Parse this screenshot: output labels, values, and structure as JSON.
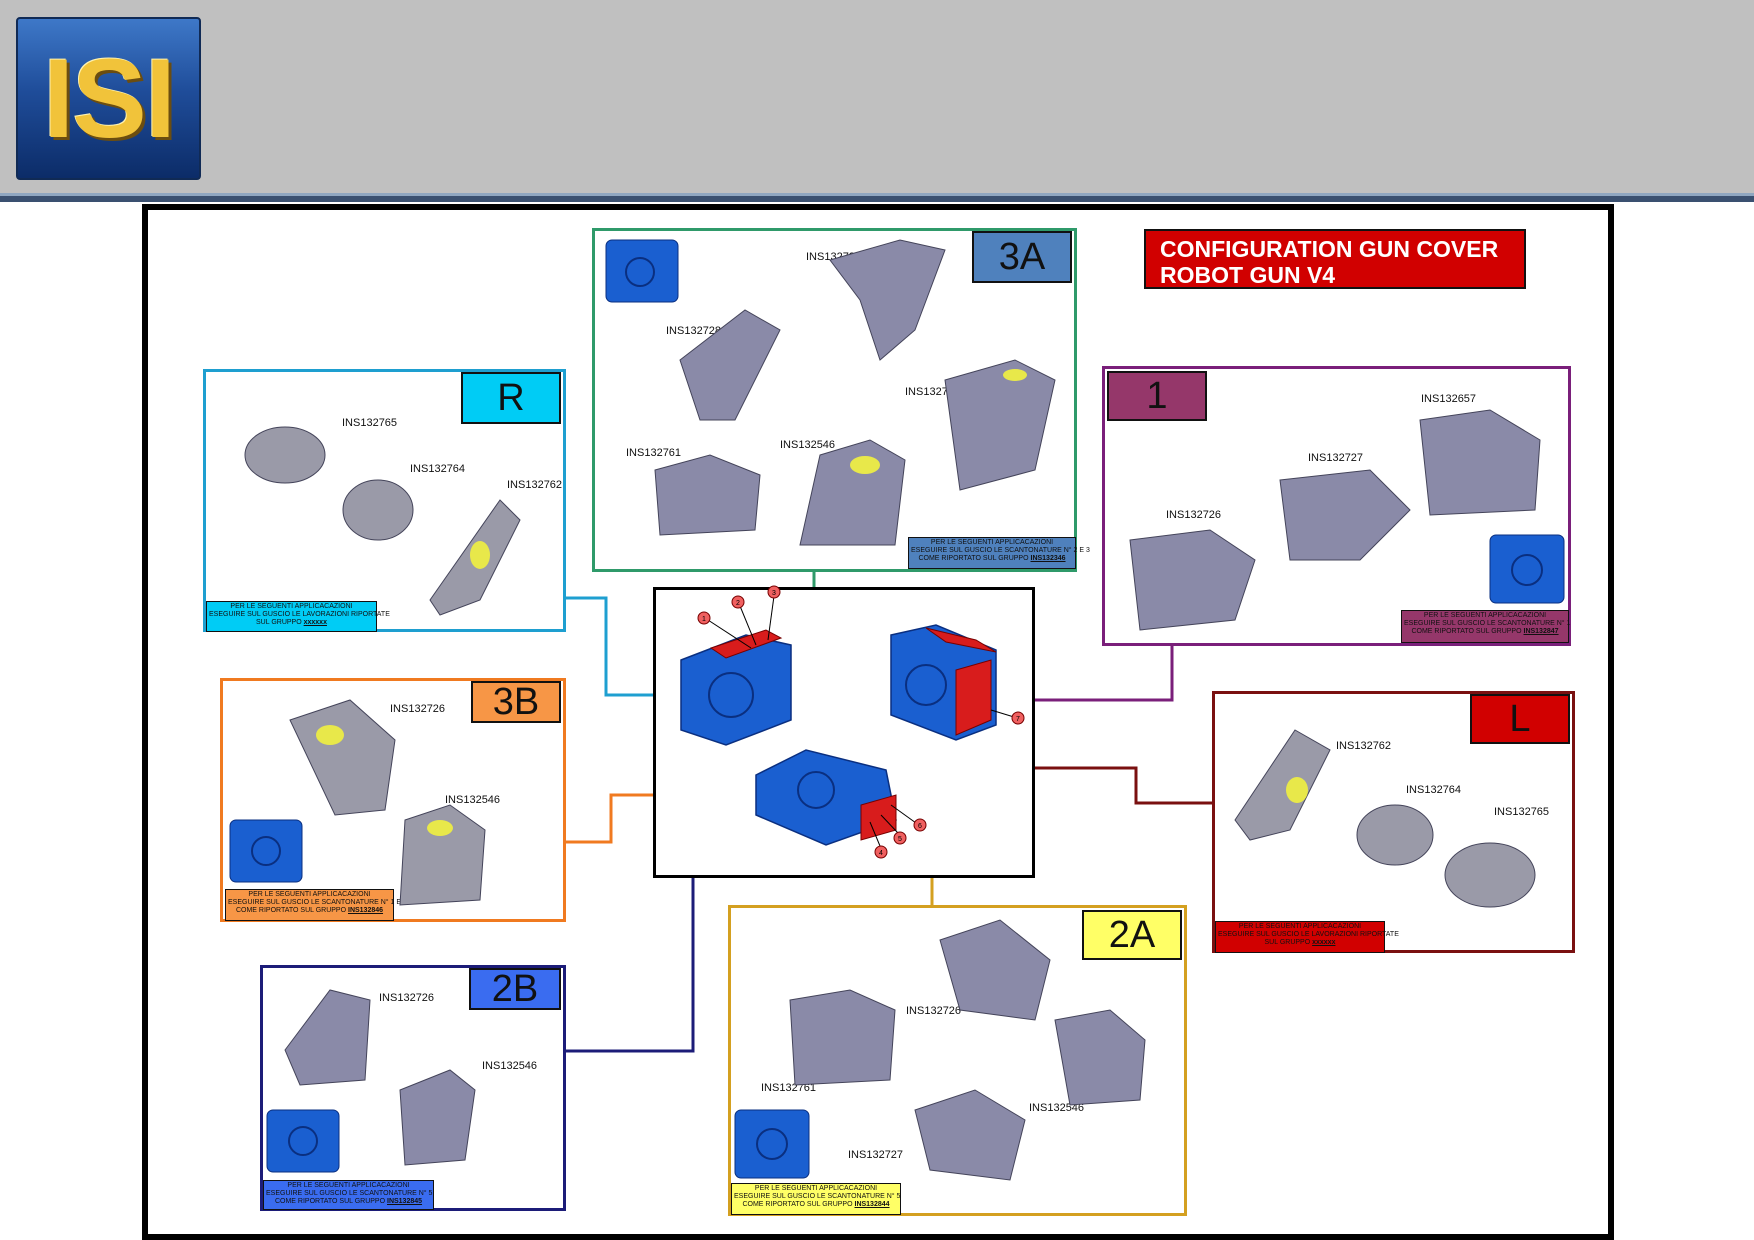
{
  "logo": {
    "text": "ISI"
  },
  "title": {
    "line1": "CONFIGURATION GUN COVER",
    "line2": "ROBOT GUN V4"
  },
  "colors": {
    "R": "#1e9fd0",
    "R_tag": "#00ccf5",
    "3A": "#2f9a6a",
    "3A_tag": "#4f81bd",
    "1": "#7a1f7a",
    "1_tag": "#95376a",
    "3B": "#f07a20",
    "3B_tag": "#f79646",
    "L": "#7a1010",
    "L_tag": "#d10000",
    "2B": "#1c1c78",
    "2B_tag": "#3a6cf0",
    "2A": "#d4a020",
    "2A_tag": "#ffff66"
  },
  "panels": {
    "R": {
      "tag": "R",
      "labels": [
        "INS132765",
        "INS132764",
        "INS132762"
      ],
      "note": [
        "PER LE SEGUENTI APPLICACAZIONI",
        "ESEGUIRE SUL GUSCIO LE LAVORAZIONI RIPORTATE",
        "SUL GRUPPO"
      ],
      "note_ref": "xxxxxx"
    },
    "3A": {
      "tag": "3A",
      "labels": [
        "INS132727",
        "INS132728",
        "INS132726",
        "INS132761",
        "INS132546"
      ],
      "note": [
        "PER LE SEGUENTI APPLICACAZIONI",
        "ESEGUIRE SUL GUSCIO LE SCANTONATURE N° 2 E 3",
        "COME RIPORTATO SUL GRUPPO"
      ],
      "note_ref": "INS132346"
    },
    "1": {
      "tag": "1",
      "labels": [
        "INS132657",
        "INS132727",
        "INS132726"
      ],
      "note": [
        "PER LE SEGUENTI APPLICACAZIONI",
        "ESEGUIRE SUL GUSCIO LE SCANTONATURE N° 1",
        "COME RIPORTATO SUL GRUPPO"
      ],
      "note_ref": "INS132847"
    },
    "3B": {
      "tag": "3B",
      "labels": [
        "INS132726",
        "INS132546"
      ],
      "note": [
        "PER LE SEGUENTI APPLICACAZIONI",
        "ESEGUIRE SUL GUSCIO LE SCANTONATURE N° 1 E 2",
        "COME RIPORTATO SUL GRUPPO"
      ],
      "note_ref": "INS132846"
    },
    "L": {
      "tag": "L",
      "labels": [
        "INS132762",
        "INS132764",
        "INS132765"
      ],
      "note": [
        "PER LE SEGUENTI APPLICACAZIONI",
        "ESEGUIRE SUL GUSCIO LE LAVORAZIONI RIPORTATE",
        "SUL GRUPPO"
      ],
      "note_ref": "xxxxxx"
    },
    "2B": {
      "tag": "2B",
      "labels": [
        "INS132726",
        "INS132546"
      ],
      "note": [
        "PER LE SEGUENTI APPLICACAZIONI",
        "ESEGUIRE SUL GUSCIO LE SCANTONATURE N° 5",
        "COME RIPORTATO SUL GRUPPO"
      ],
      "note_ref": "INS132845"
    },
    "2A": {
      "tag": "2A",
      "labels": [
        "INS132726",
        "INS132761",
        "INS132546",
        "INS132727"
      ],
      "note": [
        "PER LE SEGUENTI APPLICACAZIONI",
        "ESEGUIRE SUL GUSCIO LE SCANTONATURE N° 5",
        "COME RIPORTATO SUL GRUPPO"
      ],
      "note_ref": "INS132844"
    }
  },
  "center": {
    "markers": [
      "1",
      "2",
      "3",
      "4",
      "5",
      "6",
      "7"
    ]
  }
}
